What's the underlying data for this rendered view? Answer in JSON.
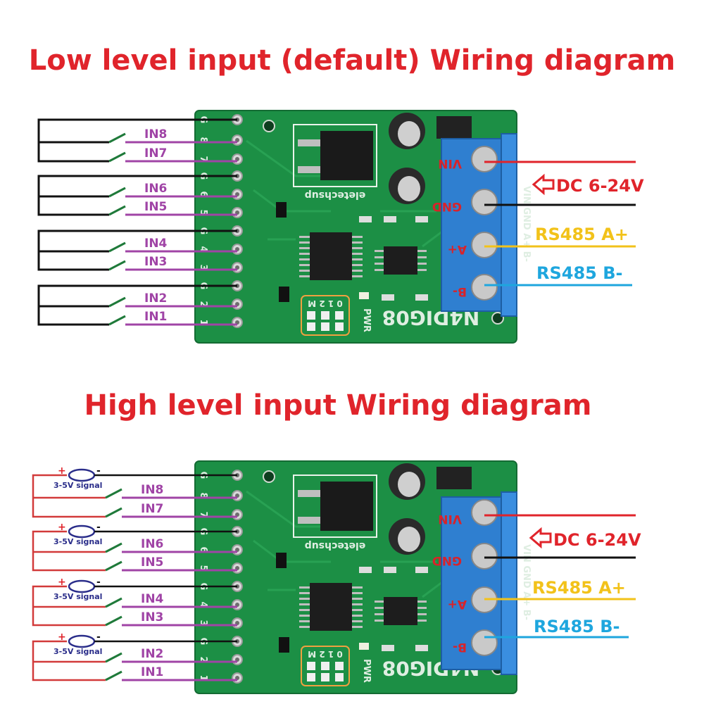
{
  "top": {
    "title": "Low level input (default)  Wiring diagram",
    "inputs": [
      "IN8",
      "IN7",
      "IN6",
      "IN5",
      "IN4",
      "IN3",
      "IN2",
      "IN1"
    ]
  },
  "bottom": {
    "title": "High level input Wiring diagram",
    "inputs": [
      "IN8",
      "IN7",
      "IN6",
      "IN5",
      "IN4",
      "IN3",
      "IN2",
      "IN1"
    ],
    "signal_label": "3-5V signal",
    "plus": "+",
    "minus": "-"
  },
  "board": {
    "model": "N4DIG08",
    "brand": "eletechsup",
    "pwr": "PWR",
    "jumper": "0 1 2 M",
    "pin_labels": [
      "G",
      "8",
      "7",
      "G",
      "6",
      "5",
      "G",
      "4",
      "3",
      "G",
      "2",
      "1"
    ],
    "side_pins": "VIN GND A+ B-",
    "terminal_labels": [
      "VIN",
      "GND",
      "A+",
      "B-"
    ]
  },
  "connections": {
    "power": "DC 6-24V",
    "rs485_a": "RS485 A+",
    "rs485_b": "RS485 B-"
  },
  "colors": {
    "title": "#e0242b",
    "input_wire": "#a044a6",
    "signal_circle": "#2a2d8a",
    "pcb": "#1c8f45",
    "terminal": "#2f7fd0",
    "rs485_a": "#f2c21a",
    "rs485_b": "#1ea6de"
  }
}
